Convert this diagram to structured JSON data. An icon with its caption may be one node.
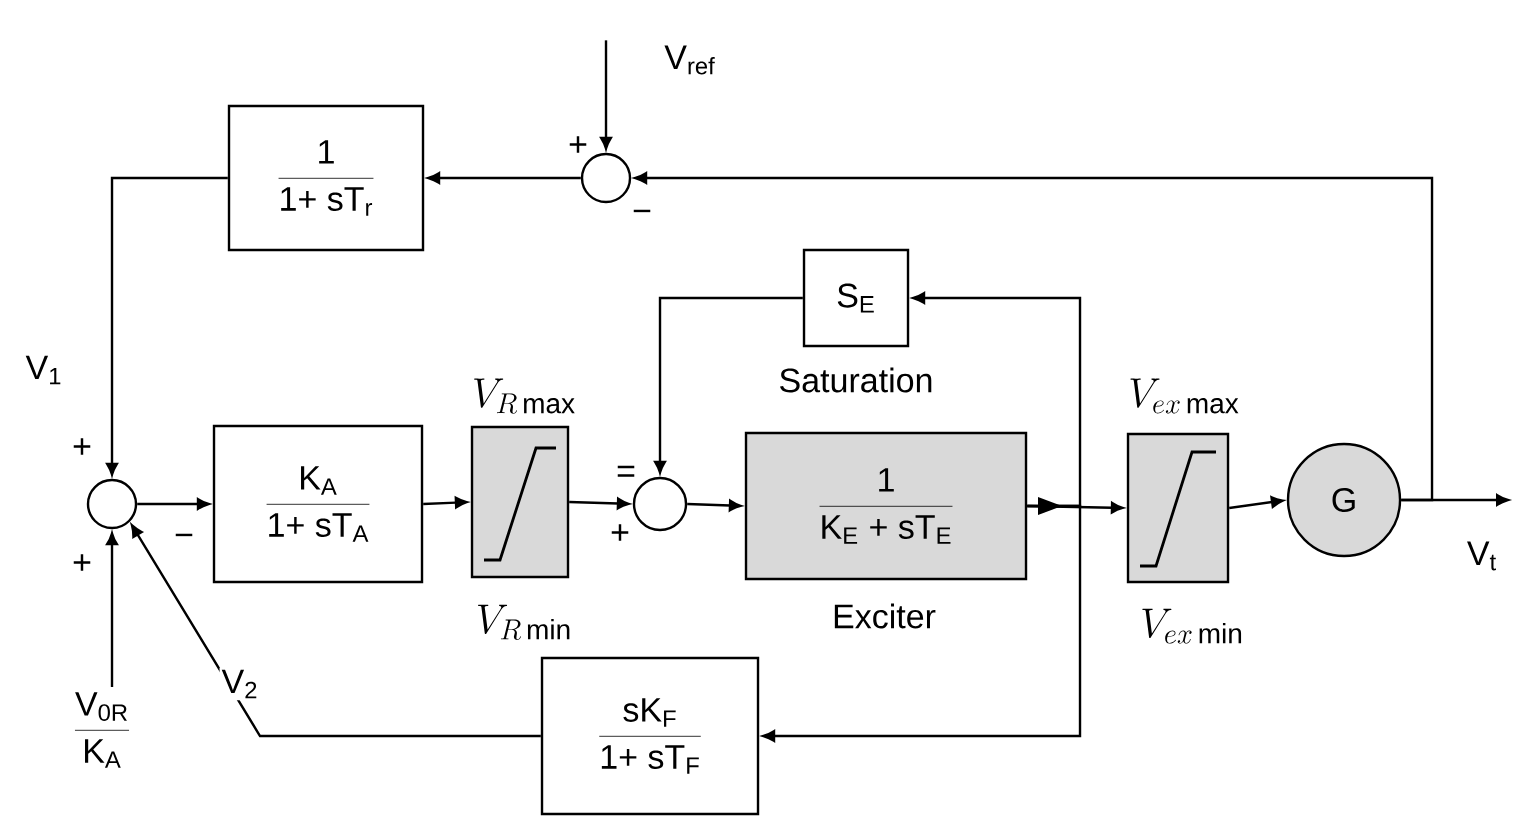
{
  "diagram": {
    "nodes": [
      {
        "text": [
          "1",
          "1+ sT$_{r}$"
        ]
      },
      {
        "text": [],
        "shape": "circle",
        "beside": [
          "+",
          "−"
        ]
      },
      {
        "text": [
          "V$_{ref}$"
        ]
      },
      {
        "text": [],
        "shape": "circle",
        "beside": [
          "+",
          "+",
          "−"
        ]
      },
      {
        "text": [
          "V$_{0R}$",
          "K$_{A}$"
        ]
      },
      {
        "text": [
          "K$_{A}$",
          "1+ sT$_{A}$"
        ]
      },
      {
        "text": [],
        "shape": "box",
        "beside": [
          "V_{R\\,\\mathrm{max}}",
          "V_{R\\,\\mathrm{min}}"
        ]
      },
      {
        "text": [],
        "shape": "circle",
        "beside": [
          "=",
          "+"
        ]
      },
      {
        "text": [
          "S$_{E}$"
        ],
        "beside": [
          "Saturation"
        ]
      },
      {
        "text": [
          "1",
          "K$_{E}$ + sT$_{E}$"
        ],
        "beside": [
          "Exciter"
        ]
      },
      {
        "text": [],
        "shape": "box",
        "beside": [
          "V_{ex\\,\\mathrm{max}}",
          "V_{ex\\,\\mathrm{min}}"
        ]
      },
      {
        "text": [
          "G"
        ]
      },
      {
        "text": [
          "sK$_{F}$",
          "1+ sT$_{F}$"
        ]
      }
    ],
    "edges": [
      {
        "from": 2,
        "to": 1,
        "arrow": "to"
      },
      {
        "from": 11,
        "to": 1,
        "arrow": "to"
      },
      {
        "from": 1,
        "to": 0,
        "arrow": "to"
      },
      {
        "from": 0,
        "to": 3,
        "arrow": "to",
        "label": "V$_{1}$"
      },
      {
        "from": 4,
        "to": 3,
        "arrow": "to"
      },
      {
        "from": 3,
        "to": 5,
        "arrow": "to"
      },
      {
        "from": 5,
        "to": 6,
        "arrow": "to"
      },
      {
        "from": 6,
        "to": 7,
        "arrow": "to"
      },
      {
        "from": 8,
        "to": 7,
        "arrow": "to"
      },
      {
        "from": 7,
        "to": 9,
        "arrow": "to"
      },
      {
        "from": 9,
        "to": 10,
        "arrow": "to"
      },
      {
        "from": 9,
        "to": 8,
        "arrow": "to"
      },
      {
        "from": 9,
        "to": 12,
        "arrow": "to"
      },
      {
        "from": 12,
        "to": 3,
        "arrow": "to",
        "label": "V$_{2}$"
      },
      {
        "from": 11,
        "to": null,
        "arrow": "to",
        "label": "V$_{t}$"
      },
      {
        "from": 10,
        "to": 11,
        "arrow": "to"
      }
    ]
  }
}
